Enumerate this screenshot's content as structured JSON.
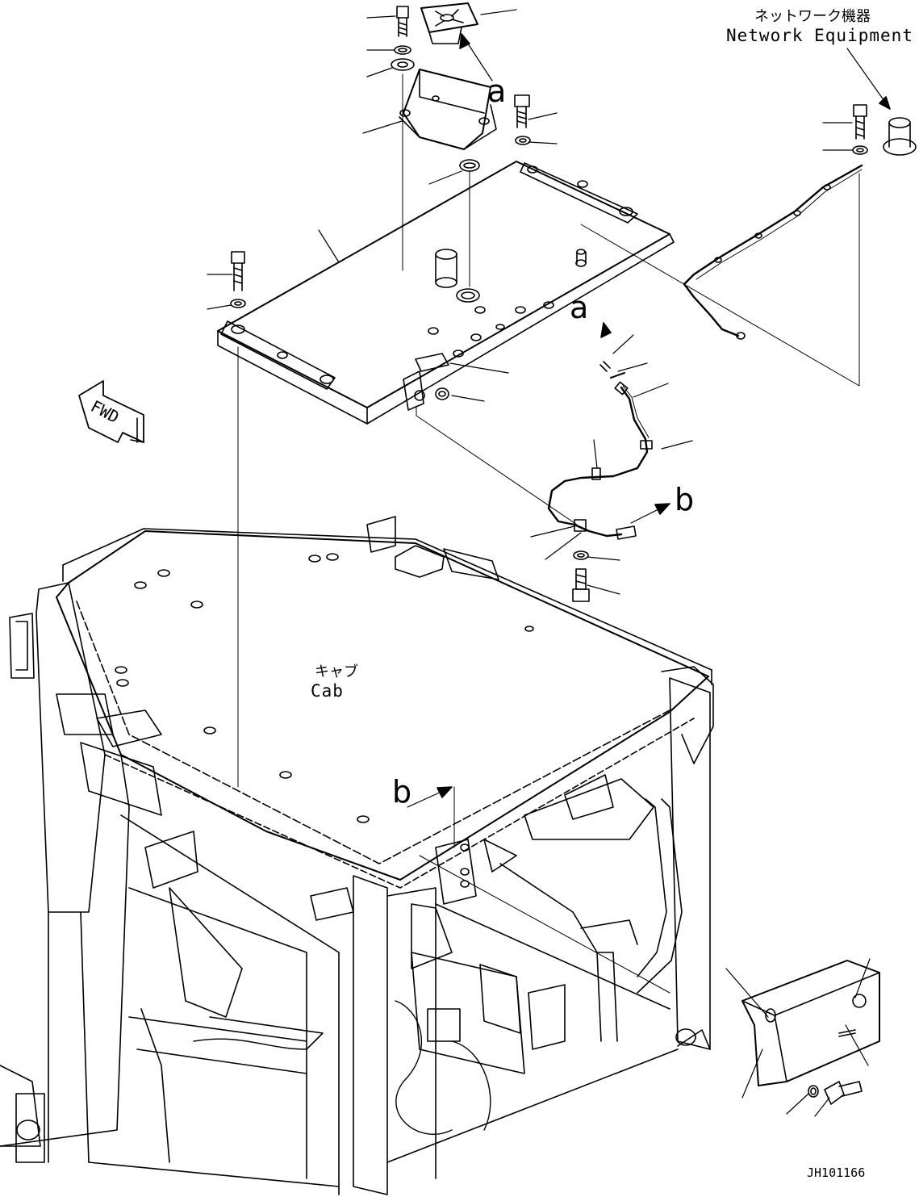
{
  "labels": {
    "network_jp": "ネットワーク機器",
    "network_en": "Network Equipment",
    "cab_jp": "キャブ",
    "cab_en": "Cab",
    "fwd": "FWD",
    "ref_a": "a",
    "ref_b": "b",
    "drawing_id": "JH101166"
  },
  "colors": {
    "line": "#000000",
    "background": "#ffffff"
  }
}
